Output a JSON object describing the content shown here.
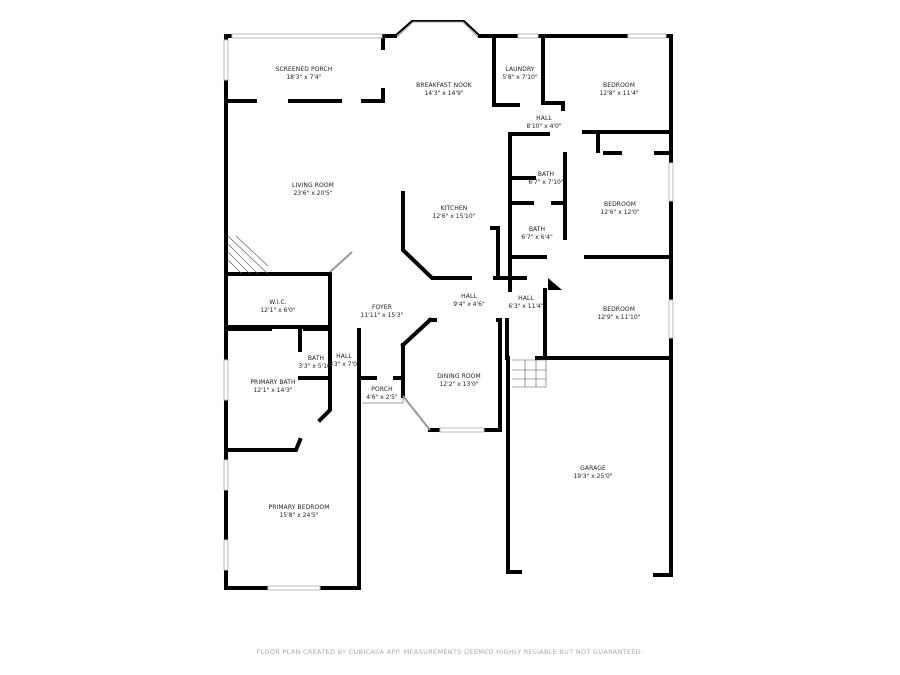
{
  "rooms": [
    {
      "name": "SCREENED PORCH",
      "dims": "18'3\" x 7'4\""
    },
    {
      "name": "BREAKFAST NOOK",
      "dims": "14'3\" x 14'9\""
    },
    {
      "name": "LAUNDRY",
      "dims": "5'8\" x 7'10\""
    },
    {
      "name": "BEDROOM",
      "dims": "12'8\" x 11'4\""
    },
    {
      "name": "HALL",
      "dims": "8'10\" x 4'0\""
    },
    {
      "name": "LIVING ROOM",
      "dims": "23'6\" x 20'5\""
    },
    {
      "name": "BATH",
      "dims": "6'7\" x 7'10\""
    },
    {
      "name": "KITCHEN",
      "dims": "12'6\" x 15'10\""
    },
    {
      "name": "BEDROOM",
      "dims": "12'6\" x 12'0\""
    },
    {
      "name": "BATH",
      "dims": "6'7\" x 6'4\""
    },
    {
      "name": "W.I.C.",
      "dims": "12'1\" x 6'0\""
    },
    {
      "name": "FOYER",
      "dims": "11'11\" x 15'3\""
    },
    {
      "name": "HALL",
      "dims": "9'4\" x 4'6\""
    },
    {
      "name": "HALL",
      "dims": "6'3\" x 11'4\""
    },
    {
      "name": "BEDROOM",
      "dims": "12'9\" x 11'10\""
    },
    {
      "name": "BATH",
      "dims": "3'3\" x 5'10\""
    },
    {
      "name": "HALL",
      "dims": "3'3\" x 7'0\""
    },
    {
      "name": "PRIMARY BATH",
      "dims": "12'1\" x 14'3\""
    },
    {
      "name": "DINING ROOM",
      "dims": "12'2\" x 13'0\""
    },
    {
      "name": "PORCH",
      "dims": "4'6\" x 2'5\""
    },
    {
      "name": "GARAGE",
      "dims": "19'3\" x 25'0\""
    },
    {
      "name": "PRIMARY BEDROOM",
      "dims": "15'8\" x 24'5\""
    }
  ],
  "footer": "FLOOR PLAN CREATED BY CUBICASA APP. MEASUREMENTS DEEMED HIGHLY RELIABLE BUT NOT GUARANTEED."
}
